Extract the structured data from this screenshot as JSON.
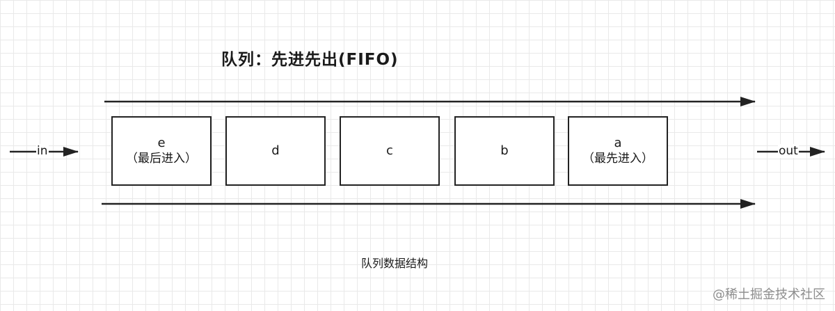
{
  "title": "队列：先进先出(FIFO)",
  "in_label": "in",
  "out_label": "out",
  "items": [
    {
      "label": "e",
      "note": "（最后进入）"
    },
    {
      "label": "d",
      "note": ""
    },
    {
      "label": "c",
      "note": ""
    },
    {
      "label": "b",
      "note": ""
    },
    {
      "label": "a",
      "note": "（最先进入）"
    }
  ],
  "caption": "队列数据结构",
  "watermark": "@稀土掘金技术社区",
  "colors": {
    "stroke": "#222222",
    "grid": "#e9e9e9",
    "watermark": "#8e8e8e"
  }
}
